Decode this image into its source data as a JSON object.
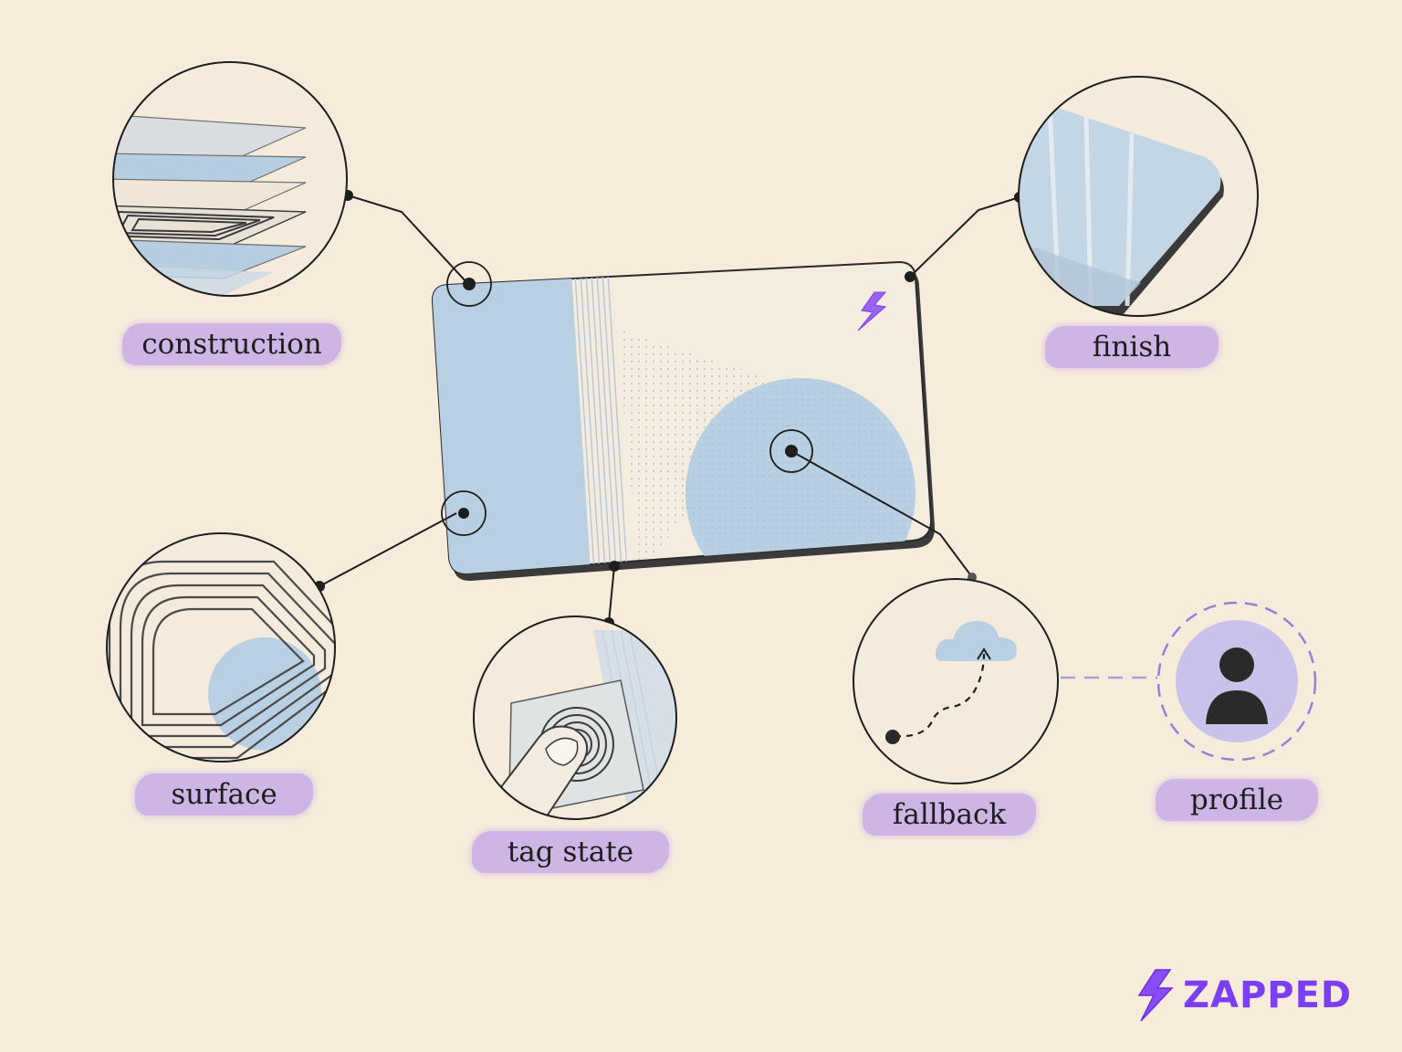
{
  "callouts": {
    "construction": "construction",
    "finish": "finish",
    "surface": "surface",
    "tag_state": "tag state",
    "fallback": "fallback",
    "profile": "profile"
  },
  "brand": {
    "name": "ZAPPED"
  },
  "colors": {
    "background": "#f7ecdc",
    "accent": "#7b3ff2",
    "label_fill": "#cdb6e6",
    "card_blue": "#b9cfe2",
    "ink": "#1e1e1e"
  },
  "icons": {
    "card_logo": "lightning-bolt-icon",
    "fallback": "cloud-icon",
    "profile": "user-avatar-icon"
  }
}
